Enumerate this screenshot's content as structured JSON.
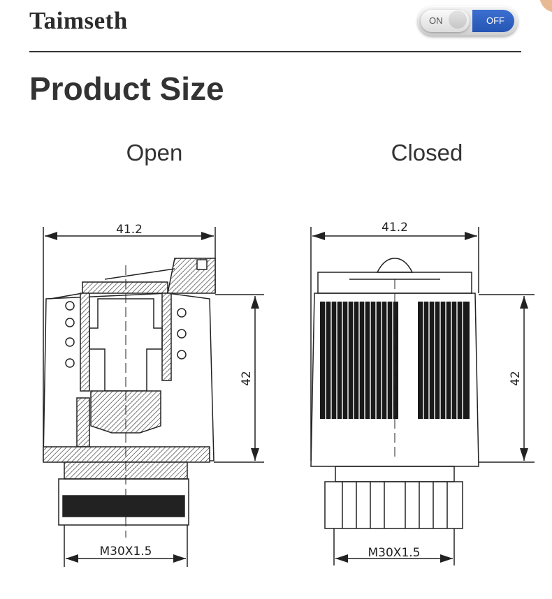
{
  "header": {
    "brand": "Taimseth",
    "toggle": {
      "on_label": "ON",
      "off_label": "OFF",
      "state": "OFF"
    }
  },
  "page_title": "Product Size",
  "views": [
    {
      "label": "Open",
      "width_dim": "41.2",
      "height_dim": "42",
      "thread_dim": "M30X1.5"
    },
    {
      "label": "Closed",
      "width_dim": "41.2",
      "height_dim": "42",
      "thread_dim": "M30X1.5"
    }
  ],
  "colors": {
    "toggle_active": "#2c5fc0",
    "text": "#333333"
  }
}
